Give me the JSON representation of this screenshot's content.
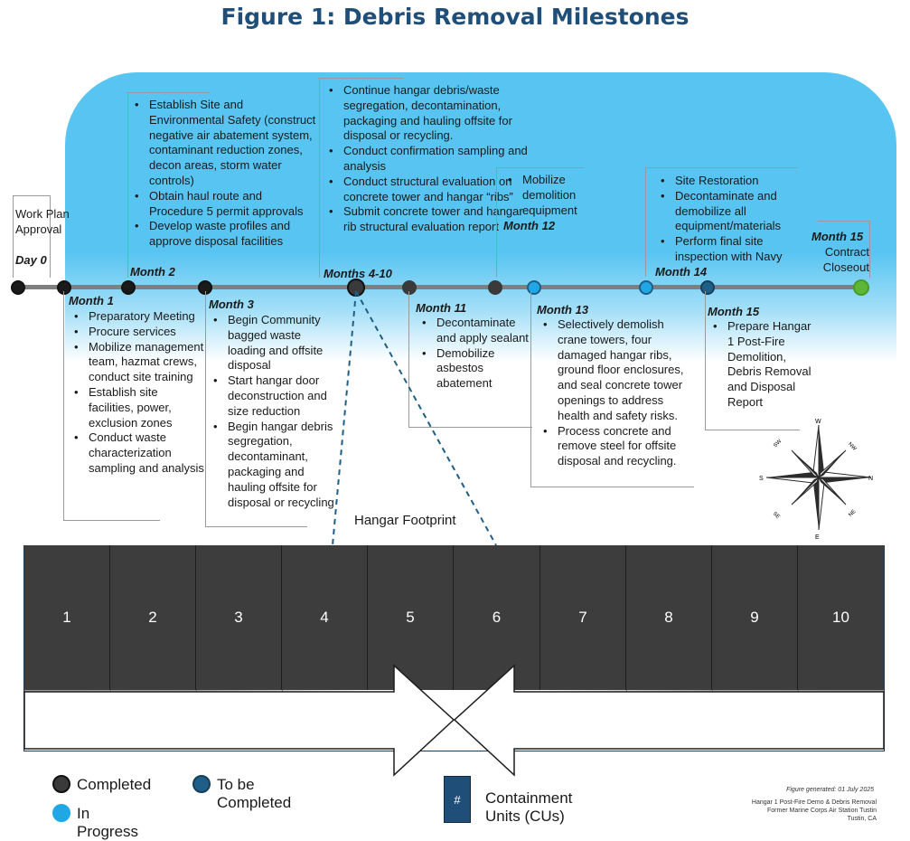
{
  "title": "Figure 1: Debris Removal Milestones",
  "colors": {
    "completed": "#3a3a3a",
    "to_be_completed": "#1f5e86",
    "in_progress": "#20a8e6",
    "final": "#5db735",
    "accent_blue": "#57c4f1"
  },
  "milestones": {
    "day0": {
      "text": "Work Plan Approval",
      "label": "Day 0"
    },
    "month1": {
      "label": "Month 1",
      "items": [
        "Preparatory Meeting",
        "Procure services",
        "Mobilize management team, hazmat crews, conduct site training",
        "Establish site facilities, power, exclusion zones",
        "Conduct waste characterization sampling and analysis"
      ]
    },
    "month2": {
      "label": "Month 2",
      "items": [
        "Establish Site and Environmental Safety (construct negative air abatement system, contaminant reduction zones, decon areas, storm water controls)",
        "Obtain haul route and Procedure 5 permit approvals",
        "Develop waste profiles and approve disposal facilities"
      ]
    },
    "month3": {
      "label": "Month 3",
      "items": [
        "Begin Community bagged waste loading and offsite disposal",
        "Start hangar door deconstruction and size reduction",
        "Begin hangar debris segregation, decontaminant, packaging and hauling offsite for disposal or recycling"
      ]
    },
    "months4_10": {
      "label": "Months 4-10",
      "items": [
        "Continue hangar debris/waste segregation, decontamination, packaging and hauling offsite for disposal or recycling.",
        "Conduct confirmation sampling and analysis",
        "Conduct structural evaluation on concrete tower and hangar “ribs”",
        "Submit concrete tower and hangar rib structural evaluation report"
      ]
    },
    "month11": {
      "label": "Month 11",
      "items": [
        "Decontaminate and apply sealant",
        "Demobilize asbestos abatement"
      ]
    },
    "month12": {
      "label": "Month 12",
      "items": [
        "Mobilize demolition equipment"
      ]
    },
    "month13": {
      "label": "Month 13",
      "items": [
        "Selectively demolish crane towers, four damaged hangar ribs, ground floor enclosures, and seal concrete tower openings to address health and safety risks.",
        "Process concrete and remove steel for offsite disposal and recycling."
      ]
    },
    "month14": {
      "label": "Month 14",
      "items": [
        "Site Restoration",
        "Decontaminate and demobilize all equipment/materials",
        "Perform final site inspection with Navy"
      ]
    },
    "month15a": {
      "label": "Month 15",
      "text": "Contract Closeout"
    },
    "month15b": {
      "label": "Month 15",
      "items": [
        "Prepare Hangar 1 Post-Fire Demolition, Debris Removal and Disposal Report"
      ]
    }
  },
  "compass": {
    "n": "N",
    "s": "S",
    "e": "E",
    "w": "W",
    "ne": "NE",
    "nw": "NW",
    "se": "SE",
    "sw": "SW"
  },
  "hangar": {
    "label": "Hangar Footprint",
    "units": [
      "1",
      "2",
      "3",
      "4",
      "5",
      "6",
      "7",
      "8",
      "9",
      "10"
    ]
  },
  "legend": {
    "completed": "Completed",
    "to_be_completed": "To be Completed",
    "in_progress": "In Progress",
    "cu_symbol": "#",
    "cu_label": "Containment Units (CUs)"
  },
  "credits": {
    "generated": "Figure generated: 01 July 2025",
    "line1": "Hangar 1 Post-Fire Demo & Debris Removal",
    "line2": "Former Marine Corps Air Station Tustin",
    "line3": "Tustin, CA"
  }
}
